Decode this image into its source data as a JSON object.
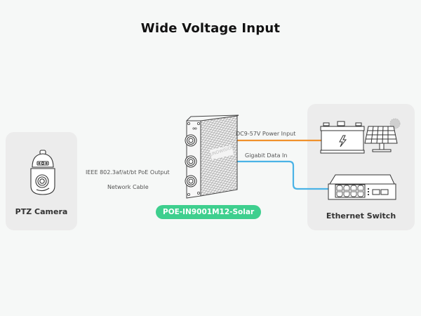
{
  "title": "Wide Voltage Input",
  "camera": {
    "label": "PTZ Camera",
    "icon": "ptz-camera-icon"
  },
  "device": {
    "model": "POE-IN9001M12-Solar",
    "brand_mark": "UNDWISION",
    "icon": "poe-injector-icon"
  },
  "power_source": {
    "icons": [
      "battery-icon",
      "solar-panel-icon",
      "sun-icon"
    ]
  },
  "switch": {
    "label": "Ethernet Switch",
    "icon": "ethernet-switch-icon"
  },
  "connections": {
    "poe_output": {
      "top_label": "IEEE 802.3af/at/bt PoE Output",
      "bottom_label": "Network Cable"
    },
    "power_input": {
      "label": "DC9-57V Power Input"
    },
    "data_input": {
      "label": "Gigabit Data In"
    }
  },
  "colors": {
    "background": "#f6f8f7",
    "panel": "#ececec",
    "power_line": "#f0912c",
    "data_line": "#4bb3e6",
    "poe_gradient_start": "#36a7e0",
    "poe_gradient_end": "#3ed39a",
    "badge": "#3ecf8e"
  }
}
